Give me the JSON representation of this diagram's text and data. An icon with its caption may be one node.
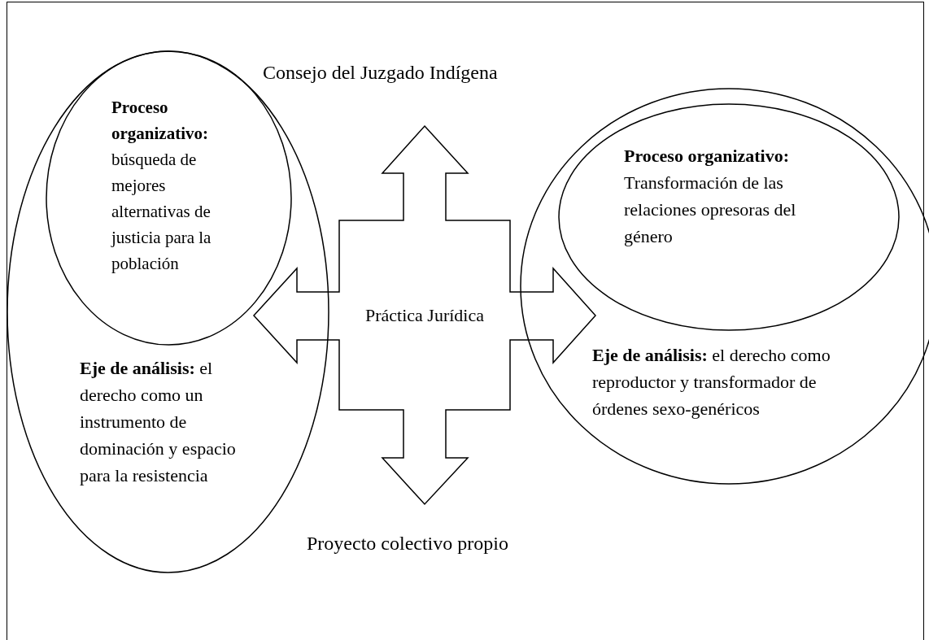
{
  "diagram": {
    "nodes": [
      {
        "text": [
          "**Eje de análisis:** el derecho como un instrumento de dominación y espacio para la resistencia"
        ]
      },
      {
        "text": [
          "**Proceso organizativo:** búsqueda de mejores alternativas de justicia para la población"
        ],
        "in": 0
      },
      {
        "text": [
          "Práctica Jurídica"
        ]
      },
      {
        "text": [
          "**Eje de análisis:** el derecho como reproductor y transformador de órdenes sexo-genéricos"
        ]
      },
      {
        "text": [
          "**Proceso organizativo:** Transformación de las relaciones opresoras del género"
        ],
        "in": 3
      }
    ],
    "labels": [
      "Consejo del Juzgado Indígena",
      "Proyecto colectivo propio"
    ]
  }
}
